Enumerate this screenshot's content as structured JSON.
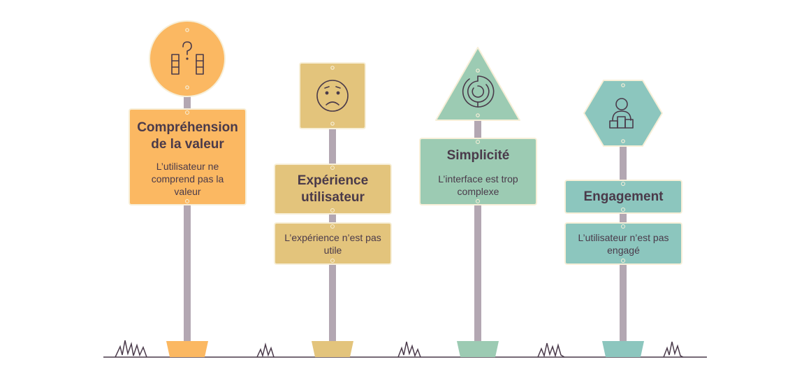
{
  "colors": {
    "orange": "#fbb862",
    "mustard": "#e3c47c",
    "sage": "#9ccbb3",
    "teal": "#8cc6be",
    "pole": "#b3a7b2",
    "ink": "#4a3a4a",
    "ground": "#4a3a4a"
  },
  "signs": [
    {
      "id": "value",
      "title": "Compréhension de la valeur",
      "description": "L’utilisateur ne comprend pas la valeur",
      "icon": "question-blocks-icon",
      "shape": "circle",
      "color": "#fbb862"
    },
    {
      "id": "experience",
      "title": "Expérience utilisateur",
      "description": "L’expérience n’est pas utile",
      "icon": "sad-face-icon",
      "shape": "square",
      "color": "#e3c47c"
    },
    {
      "id": "simplicity",
      "title": "Simplicité",
      "description": "L’interface est trop complexe",
      "icon": "maze-icon",
      "shape": "triangle",
      "color": "#9ccbb3"
    },
    {
      "id": "engagement",
      "title": "Engagement",
      "description": "L’utilisateur n’est pas engagé",
      "icon": "user-podium-icon",
      "shape": "hexagon",
      "color": "#8cc6be"
    }
  ]
}
